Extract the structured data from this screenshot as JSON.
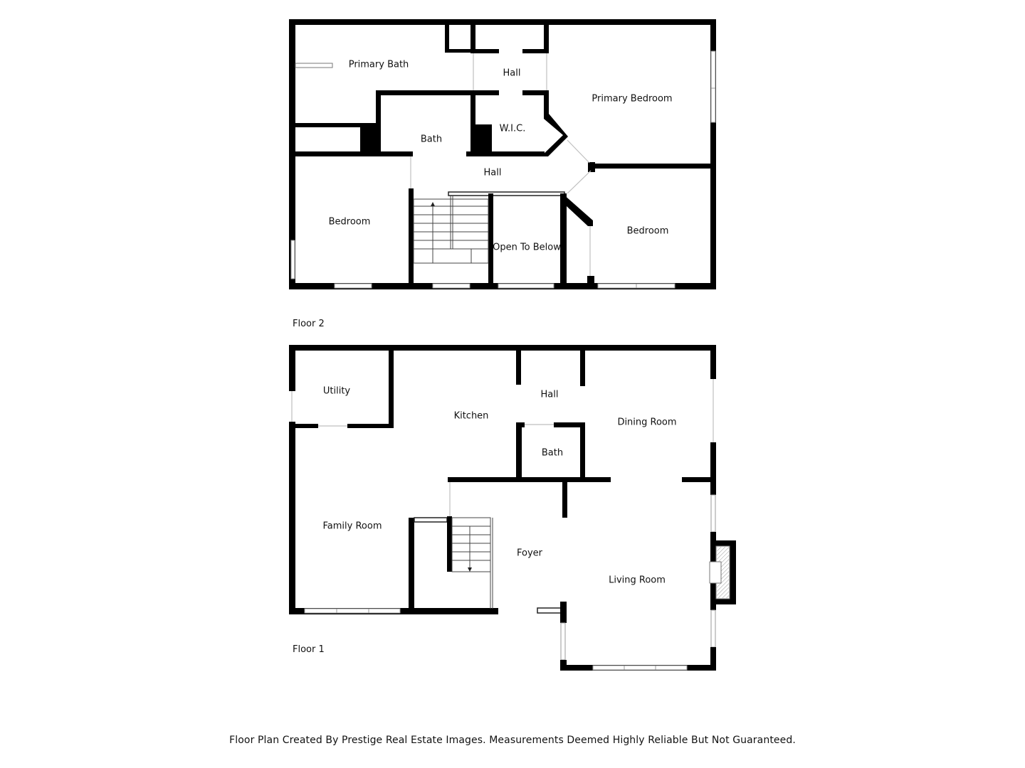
{
  "floor2": {
    "label": "Floor 2",
    "rooms": {
      "primary_bath": "Primary Bath",
      "hall_top": "Hall",
      "primary_bedroom": "Primary Bedroom",
      "wic": "W.I.C.",
      "bath": "Bath",
      "hall": "Hall",
      "bedroom_left": "Bedroom",
      "open_to_below": "Open To Below",
      "bedroom_right": "Bedroom"
    }
  },
  "floor1": {
    "label": "Floor 1",
    "rooms": {
      "utility": "Utility",
      "kitchen": "Kitchen",
      "hall": "Hall",
      "dining_room": "Dining Room",
      "bath": "Bath",
      "family_room": "Family Room",
      "foyer": "Foyer",
      "living_room": "Living Room"
    }
  },
  "footer": "Floor Plan Created By Prestige Real Estate Images. Measurements Deemed Highly Reliable But Not Guaranteed."
}
